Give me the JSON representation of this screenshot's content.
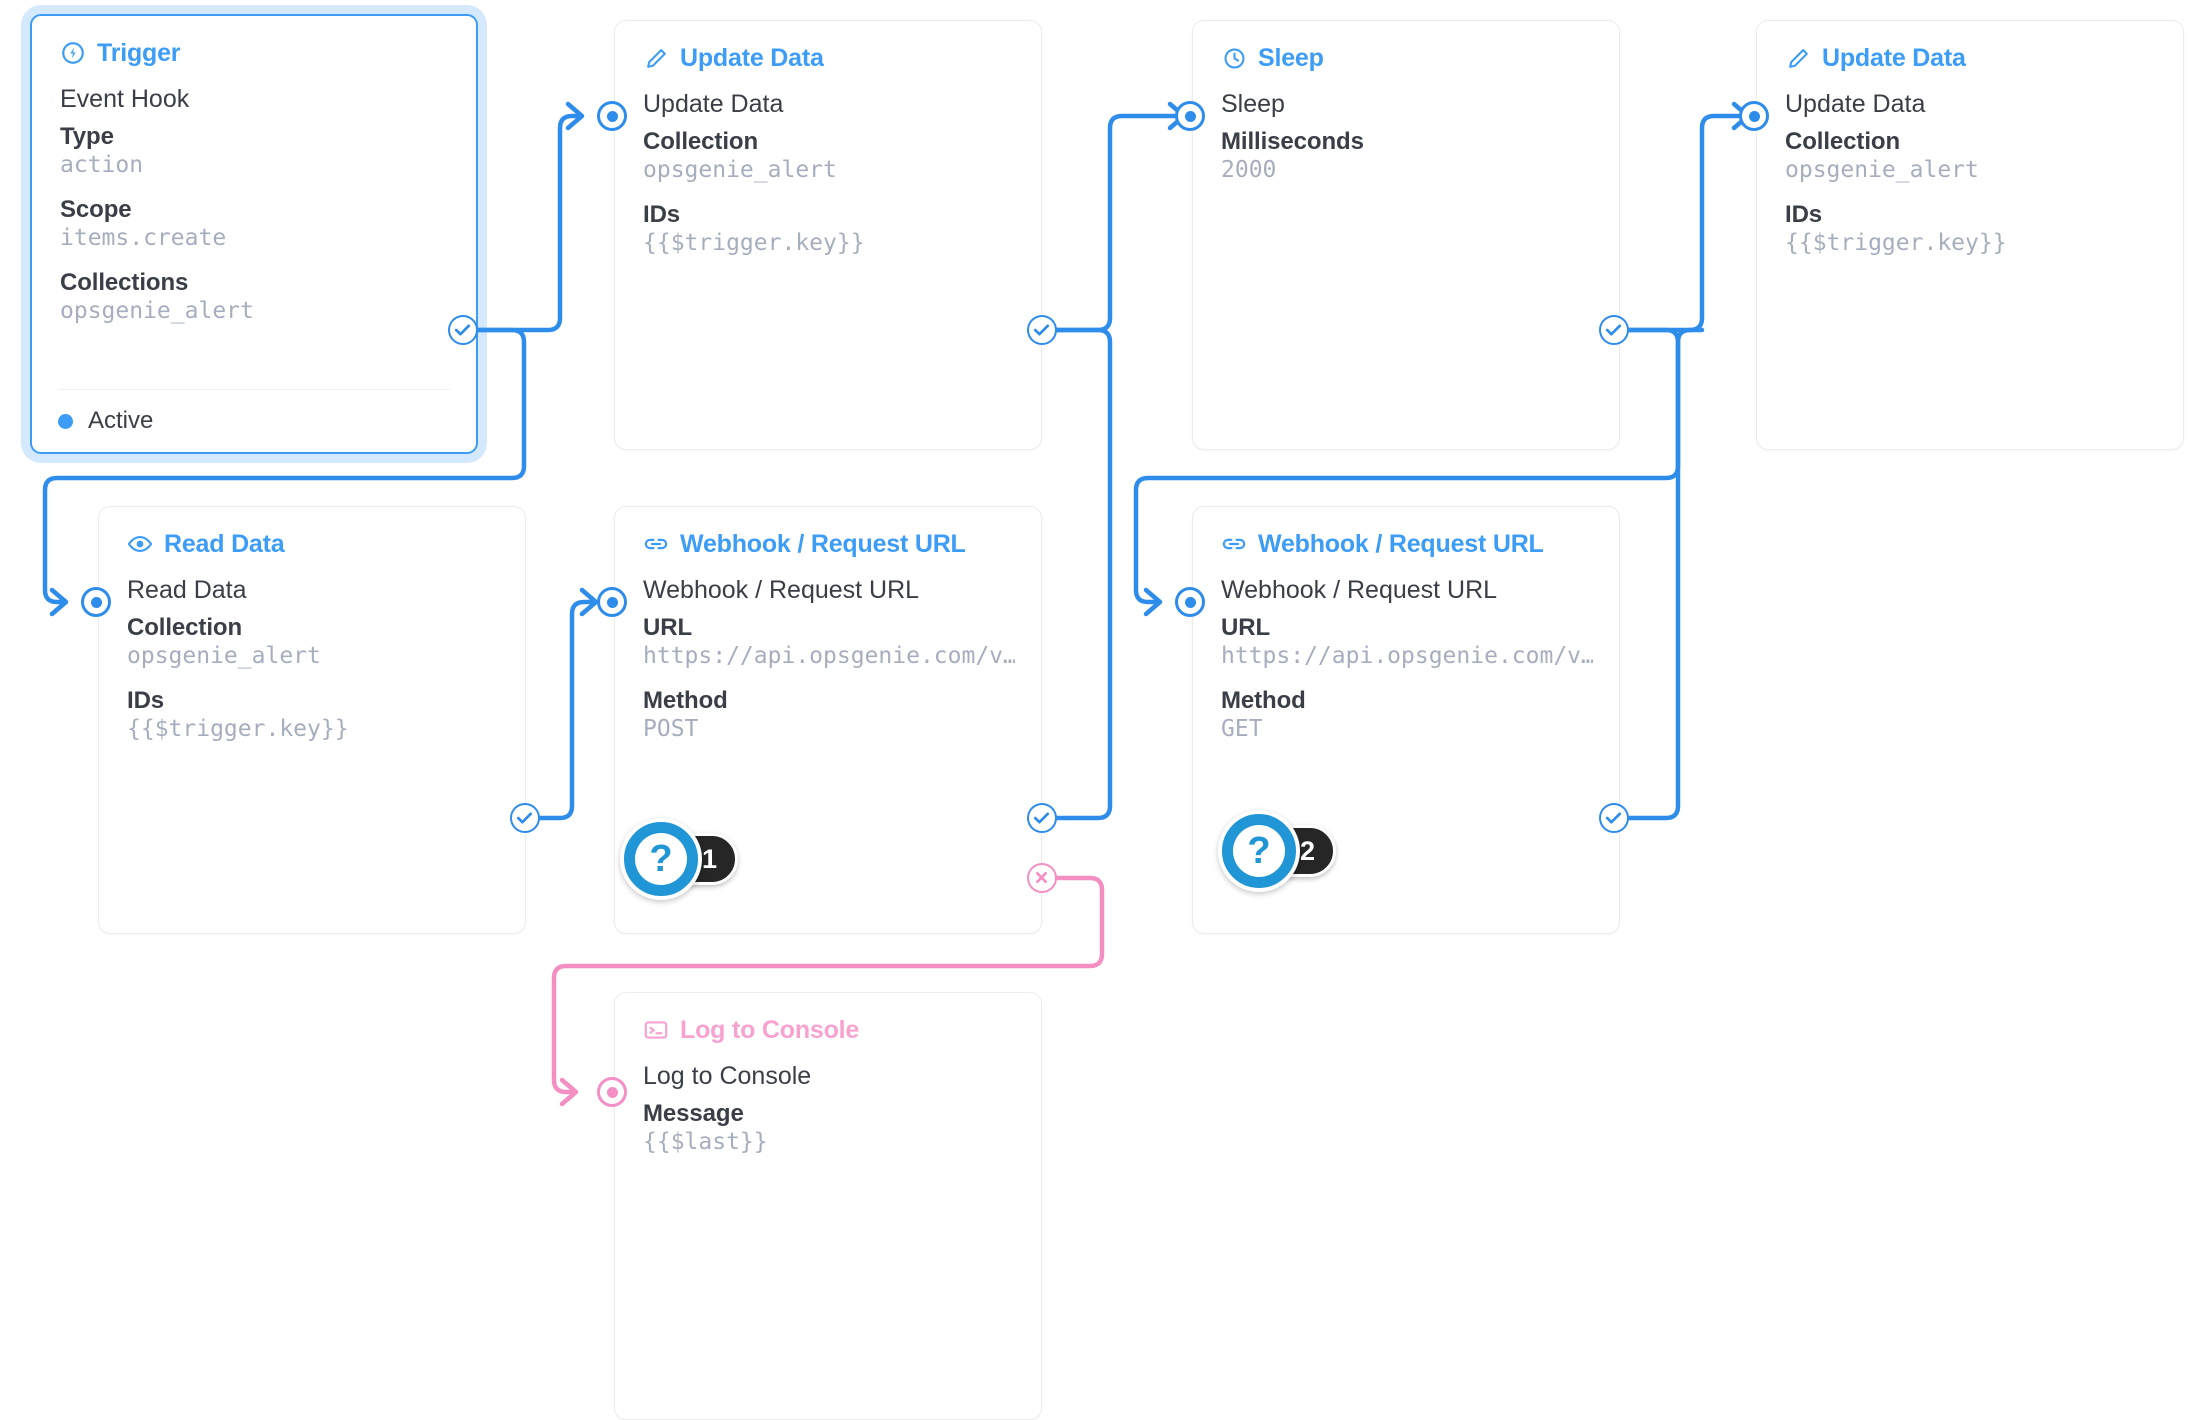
{
  "theme": {
    "accent": "#3d9df6",
    "accent_line": "#2e8ceb",
    "pink": "#f48fc4",
    "pink_title": "#f8a2d0",
    "text": "#3a3e46",
    "muted": "#a6aebd",
    "card_border": "#ececee",
    "badge_bg": "#262626",
    "badge_ring": "#2196d6"
  },
  "nodes": {
    "trigger": {
      "title": "Trigger",
      "icon": "trigger-bolt-icon",
      "op_name": "Event Hook",
      "fields": [
        {
          "label": "Type",
          "value": "action"
        },
        {
          "label": "Scope",
          "value": "items.create"
        },
        {
          "label": "Collections",
          "value": "opsgenie_alert"
        }
      ],
      "status": "Active"
    },
    "update_data_1": {
      "title": "Update Data",
      "icon": "pencil-icon",
      "op_name": "Update Data",
      "fields": [
        {
          "label": "Collection",
          "value": "opsgenie_alert"
        },
        {
          "label": "IDs",
          "value": "{{$trigger.key}}"
        }
      ]
    },
    "sleep": {
      "title": "Sleep",
      "icon": "clock-icon",
      "op_name": "Sleep",
      "fields": [
        {
          "label": "Milliseconds",
          "value": "2000"
        }
      ]
    },
    "update_data_2": {
      "title": "Update Data",
      "icon": "pencil-icon",
      "op_name": "Update Data",
      "fields": [
        {
          "label": "Collection",
          "value": "opsgenie_alert"
        },
        {
          "label": "IDs",
          "value": "{{$trigger.key}}"
        }
      ]
    },
    "read_data": {
      "title": "Read Data",
      "icon": "eye-icon",
      "op_name": "Read Data",
      "fields": [
        {
          "label": "Collection",
          "value": "opsgenie_alert"
        },
        {
          "label": "IDs",
          "value": "{{$trigger.key}}"
        }
      ]
    },
    "webhook_post": {
      "title": "Webhook / Request URL",
      "icon": "link-icon",
      "op_name": "Webhook / Request URL",
      "fields": [
        {
          "label": "URL",
          "value": "https://api.opsgenie.com/v…"
        },
        {
          "label": "Method",
          "value": "POST"
        }
      ]
    },
    "webhook_get": {
      "title": "Webhook / Request URL",
      "icon": "link-icon",
      "op_name": "Webhook / Request URL",
      "fields": [
        {
          "label": "URL",
          "value": "https://api.opsgenie.com/v…"
        },
        {
          "label": "Method",
          "value": "GET"
        }
      ]
    },
    "log_console": {
      "title": "Log to Console",
      "icon": "console-icon",
      "op_name": "Log to Console",
      "fields": [
        {
          "label": "Message",
          "value": "{{$last}}"
        }
      ]
    }
  },
  "badges": [
    {
      "symbol": "?",
      "count": "1"
    },
    {
      "symbol": "?",
      "count": "2"
    }
  ]
}
